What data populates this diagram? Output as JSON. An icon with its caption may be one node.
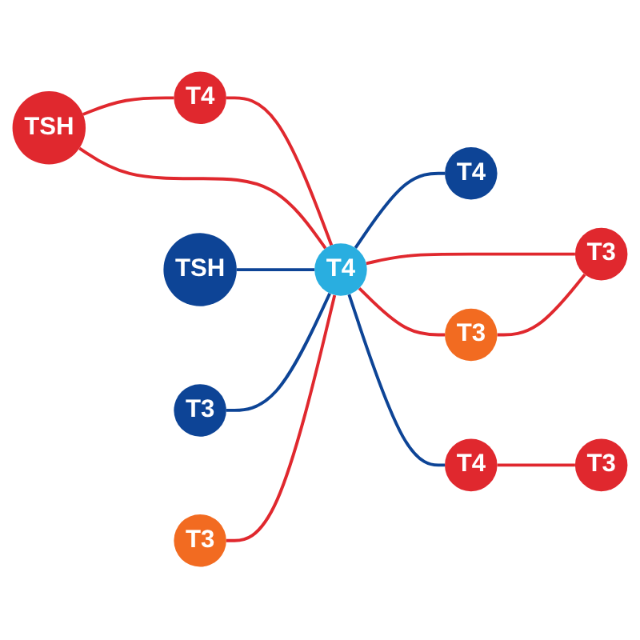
{
  "diagram": {
    "nodes": [
      {
        "text": [
          "T4"
        ]
      },
      {
        "text": [
          "TSH"
        ]
      },
      {
        "text": [
          "T4"
        ]
      },
      {
        "text": [
          "T4"
        ]
      },
      {
        "text": [
          "T3"
        ]
      },
      {
        "text": [
          "TSH"
        ]
      },
      {
        "text": [
          "T3"
        ]
      },
      {
        "text": [
          "T3"
        ]
      },
      {
        "text": [
          "T4"
        ]
      },
      {
        "text": [
          "T3"
        ]
      },
      {
        "text": [
          "T3"
        ]
      }
    ],
    "edges": [
      {
        "from": 1,
        "to": 0,
        "arrow": "none"
      },
      {
        "from": 0,
        "to": 3,
        "arrow": "none"
      },
      {
        "from": 1,
        "to": 3,
        "arrow": "none"
      },
      {
        "from": 3,
        "to": 2,
        "arrow": "none",
        "color": "#0d4496"
      },
      {
        "from": 3,
        "to": 4,
        "arrow": "none"
      },
      {
        "from": 5,
        "to": 3,
        "arrow": "none",
        "color": "#0d4496"
      },
      {
        "from": 7,
        "to": 3,
        "arrow": "none",
        "color": "#0d4496"
      },
      {
        "from": 6,
        "to": 3,
        "arrow": "none"
      },
      {
        "from": 3,
        "to": 8,
        "arrow": "none",
        "color": "#0d4496"
      },
      {
        "from": 3,
        "to": 9,
        "arrow": "none"
      },
      {
        "from": 4,
        "to": 9,
        "arrow": "none"
      },
      {
        "from": 8,
        "to": 10,
        "arrow": "none"
      }
    ]
  }
}
